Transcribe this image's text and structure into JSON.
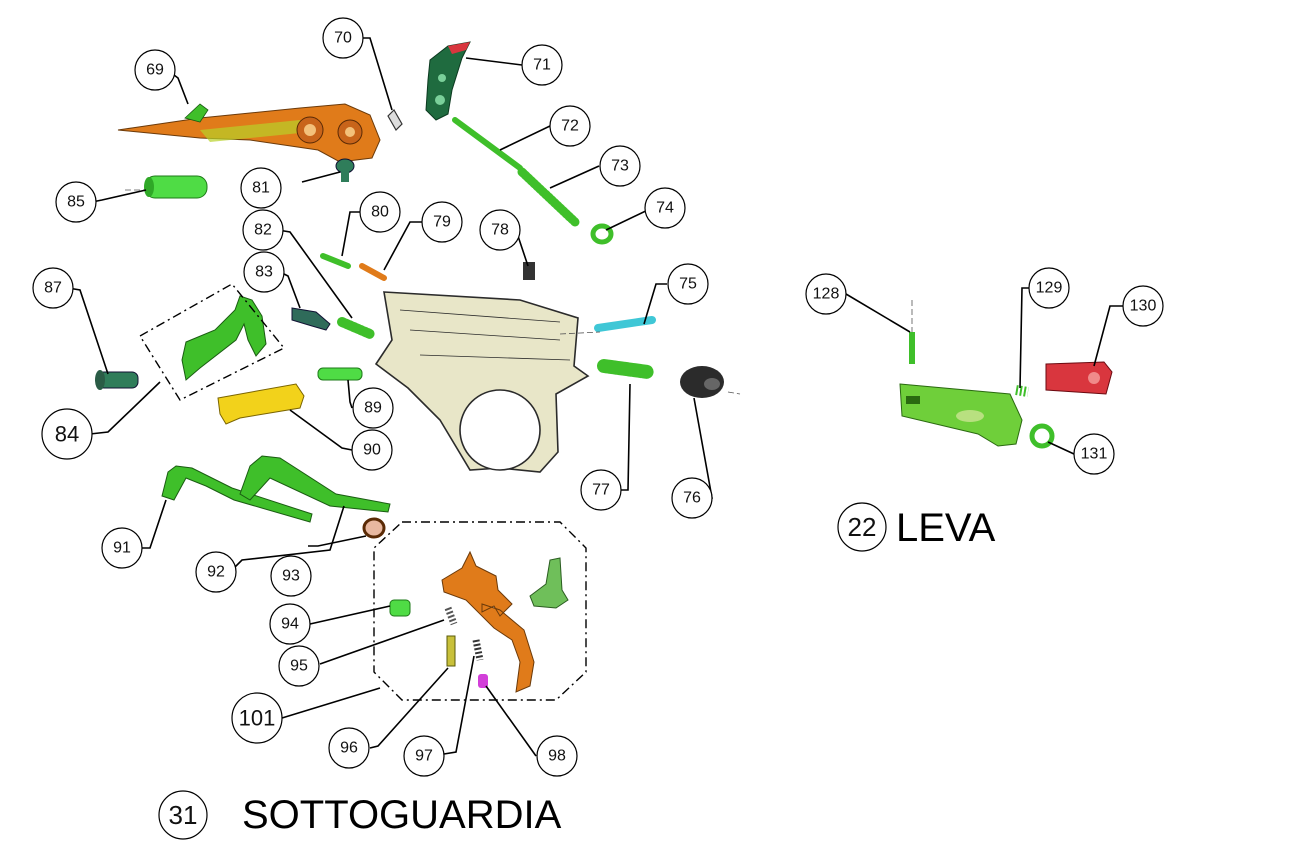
{
  "sections": {
    "sottoguardia": {
      "number": "31",
      "title": "SOTTOGUARDIA"
    },
    "leva": {
      "number": "22",
      "title": "LEVA"
    }
  },
  "callouts": [
    {
      "id": "c69",
      "label": "69"
    },
    {
      "id": "c70",
      "label": "70"
    },
    {
      "id": "c71",
      "label": "71"
    },
    {
      "id": "c72",
      "label": "72"
    },
    {
      "id": "c73",
      "label": "73"
    },
    {
      "id": "c74",
      "label": "74"
    },
    {
      "id": "c75",
      "label": "75"
    },
    {
      "id": "c76",
      "label": "76"
    },
    {
      "id": "c77",
      "label": "77"
    },
    {
      "id": "c78",
      "label": "78"
    },
    {
      "id": "c79",
      "label": "79"
    },
    {
      "id": "c80",
      "label": "80"
    },
    {
      "id": "c81",
      "label": "81"
    },
    {
      "id": "c82",
      "label": "82"
    },
    {
      "id": "c83",
      "label": "83"
    },
    {
      "id": "c84",
      "label": "84"
    },
    {
      "id": "c85",
      "label": "85"
    },
    {
      "id": "c87",
      "label": "87"
    },
    {
      "id": "c89",
      "label": "89"
    },
    {
      "id": "c90",
      "label": "90"
    },
    {
      "id": "c91",
      "label": "91"
    },
    {
      "id": "c92",
      "label": "92"
    },
    {
      "id": "c93",
      "label": "93"
    },
    {
      "id": "c94",
      "label": "94"
    },
    {
      "id": "c95",
      "label": "95"
    },
    {
      "id": "c96",
      "label": "96"
    },
    {
      "id": "c97",
      "label": "97"
    },
    {
      "id": "c98",
      "label": "98"
    },
    {
      "id": "c101",
      "label": "101"
    },
    {
      "id": "c128",
      "label": "128"
    },
    {
      "id": "c129",
      "label": "129"
    },
    {
      "id": "c130",
      "label": "130"
    },
    {
      "id": "c131",
      "label": "131"
    }
  ],
  "colors": {
    "green": "#3fbf2a",
    "dark_green": "#1f6b3f",
    "orange": "#e07b1a",
    "yellow": "#f2d21b",
    "cyan": "#3fc7d6",
    "red": "#d9363e",
    "magenta": "#d23fd9",
    "dark": "#2b2b2b",
    "housing": "#e8e6c8"
  }
}
